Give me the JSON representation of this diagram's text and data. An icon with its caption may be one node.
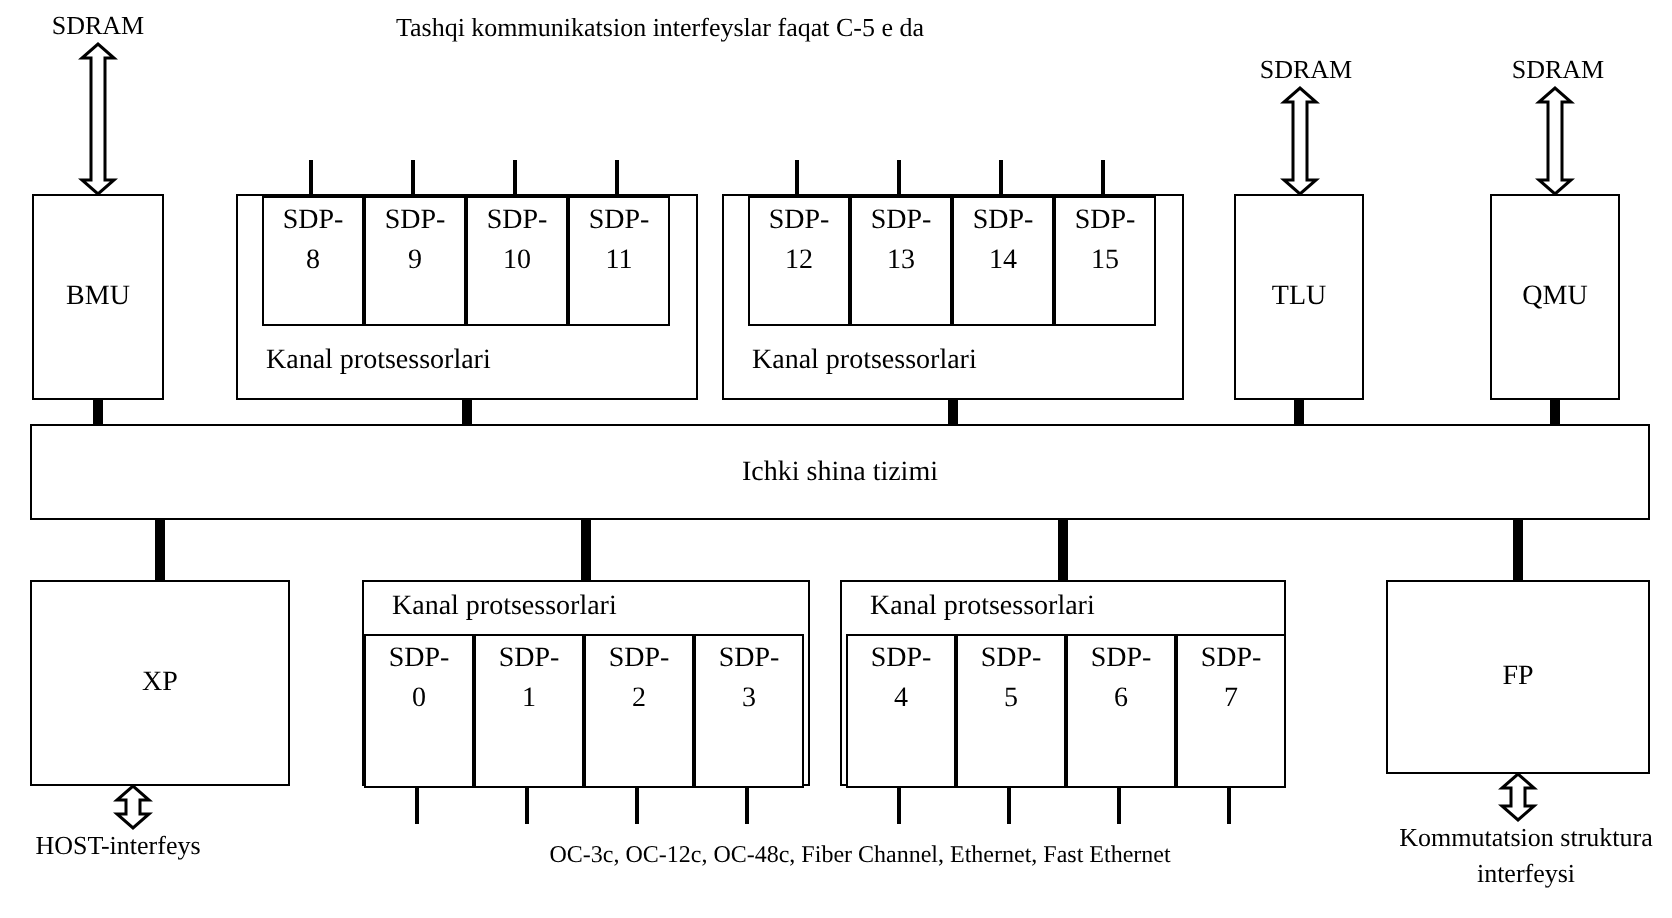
{
  "diagram": {
    "nodes": [
      {
        "text": [
          "SDRAM"
        ]
      },
      {
        "text": [
          "SDRAM"
        ]
      },
      {
        "text": [
          "SDRAM"
        ]
      },
      {
        "text": [
          "BMU"
        ]
      },
      {
        "text": [
          "Kanal protsessorlari"
        ]
      },
      {
        "text": [
          "SDP-8"
        ],
        "in": 4
      },
      {
        "text": [
          "SDP-9"
        ],
        "in": 4
      },
      {
        "text": [
          "SDP-10"
        ],
        "in": 4
      },
      {
        "text": [
          "SDP-11"
        ],
        "in": 4
      },
      {
        "text": [
          "Kanal protsessorlari"
        ]
      },
      {
        "text": [
          "SDP-12"
        ],
        "in": 9
      },
      {
        "text": [
          "SDP-13"
        ],
        "in": 9
      },
      {
        "text": [
          "SDP-14"
        ],
        "in": 9
      },
      {
        "text": [
          "SDP-15"
        ],
        "in": 9
      },
      {
        "text": [
          "TLU"
        ]
      },
      {
        "text": [
          "QMU"
        ]
      },
      {
        "text": [
          "Ichki shina tizimi"
        ]
      },
      {
        "text": [
          "XP"
        ]
      },
      {
        "text": [
          "Kanal protsessorlari"
        ]
      },
      {
        "text": [
          "SDP-0"
        ],
        "in": 18
      },
      {
        "text": [
          "SDP-1"
        ],
        "in": 18
      },
      {
        "text": [
          "SDP-2"
        ],
        "in": 18
      },
      {
        "text": [
          "SDP-3"
        ],
        "in": 18
      },
      {
        "text": [
          "Kanal protsessorlari"
        ]
      },
      {
        "text": [
          "SDP-4"
        ],
        "in": 23
      },
      {
        "text": [
          "SDP-5"
        ],
        "in": 23
      },
      {
        "text": [
          "SDP-6"
        ],
        "in": 23
      },
      {
        "text": [
          "SDP-7"
        ],
        "in": 23
      },
      {
        "text": [
          "FP"
        ]
      },
      {
        "text": [
          "HOST-interfeys"
        ]
      },
      {
        "text": [
          "Kommutatsion struktura interfeysi"
        ]
      }
    ],
    "edges": [
      {
        "from": 3,
        "to": 0,
        "arrow": "both",
        "style": "thick"
      },
      {
        "from": 14,
        "to": 1,
        "arrow": "both",
        "style": "thick"
      },
      {
        "from": 15,
        "to": 2,
        "arrow": "both",
        "style": "thick"
      },
      {
        "from": 17,
        "to": 29,
        "arrow": "both",
        "style": "thick"
      },
      {
        "from": 28,
        "to": 30,
        "arrow": "both",
        "style": "thick"
      },
      {
        "from": 3,
        "to": 16,
        "arrow": "none",
        "style": "thick"
      },
      {
        "from": 4,
        "to": 16,
        "arrow": "none",
        "style": "thick"
      },
      {
        "from": 9,
        "to": 16,
        "arrow": "none",
        "style": "thick"
      },
      {
        "from": 14,
        "to": 16,
        "arrow": "none",
        "style": "thick"
      },
      {
        "from": 15,
        "to": 16,
        "arrow": "none",
        "style": "thick"
      },
      {
        "from": 16,
        "to": 17,
        "arrow": "none",
        "style": "thick"
      },
      {
        "from": 16,
        "to": 18,
        "arrow": "none",
        "style": "thick"
      },
      {
        "from": 16,
        "to": 23,
        "arrow": "none",
        "style": "thick"
      },
      {
        "from": 16,
        "to": 28,
        "arrow": "none",
        "style": "thick"
      },
      {
        "from": 5,
        "to": null,
        "arrow": "none"
      },
      {
        "from": 6,
        "to": null,
        "arrow": "none"
      },
      {
        "from": 7,
        "to": null,
        "arrow": "none"
      },
      {
        "from": 8,
        "to": null,
        "arrow": "none"
      },
      {
        "from": 10,
        "to": null,
        "arrow": "none"
      },
      {
        "from": 11,
        "to": null,
        "arrow": "none"
      },
      {
        "from": 12,
        "to": null,
        "arrow": "none"
      },
      {
        "from": 13,
        "to": null,
        "arrow": "none"
      },
      {
        "from": 19,
        "to": null,
        "arrow": "none"
      },
      {
        "from": 20,
        "to": null,
        "arrow": "none"
      },
      {
        "from": 21,
        "to": null,
        "arrow": "none"
      },
      {
        "from": 22,
        "to": null,
        "arrow": "none"
      },
      {
        "from": 24,
        "to": null,
        "arrow": "none"
      },
      {
        "from": 25,
        "to": null,
        "arrow": "none"
      },
      {
        "from": 26,
        "to": null,
        "arrow": "none"
      },
      {
        "from": 27,
        "to": null,
        "arrow": "none"
      }
    ],
    "labels": [
      "Tashqi kommunikatsion interfeyslar faqat C-5 e da",
      "OC-3c, OC-12c, OC-48c, Fiber Channel, Ethernet, Fast Ethernet"
    ]
  }
}
